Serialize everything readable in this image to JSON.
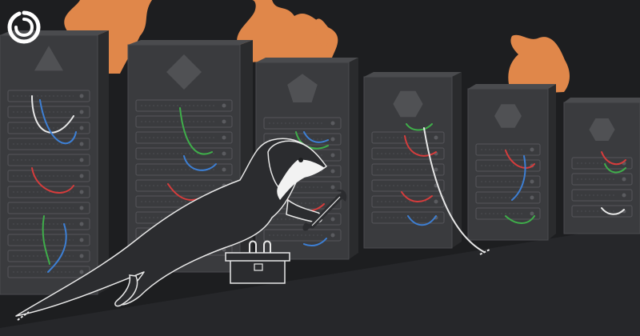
{
  "scene": {
    "subject": "otter-technician-with-wrench-and-toolbox",
    "setting": "server-room-racks-on-fire",
    "rack_count": 6,
    "rack_badges": [
      "triangle",
      "diamond",
      "pentagon",
      "hexagon",
      "hexagon",
      "hexagon"
    ],
    "fire_rack_count": 4
  },
  "colors": {
    "background": "#1d1e20",
    "rack_front": "#3a3b3e",
    "rack_side": "#2a2b2d",
    "rack_top": "#4a4b4e",
    "badge": "#505154",
    "fire": "#e0874a",
    "fire_dark": "#c46f36",
    "cable_white": "#e8e8e8",
    "cable_blue": "#3d7fd4",
    "cable_red": "#d63c3c",
    "cable_green": "#3fae4a",
    "otter_body": "#2b2c2f",
    "otter_outline": "#e8e8e8",
    "otter_face": "#f2f2f2",
    "floor": "#26272a",
    "logo": "#ffffff"
  },
  "logo": {
    "icon": "swirl-logo-icon"
  }
}
